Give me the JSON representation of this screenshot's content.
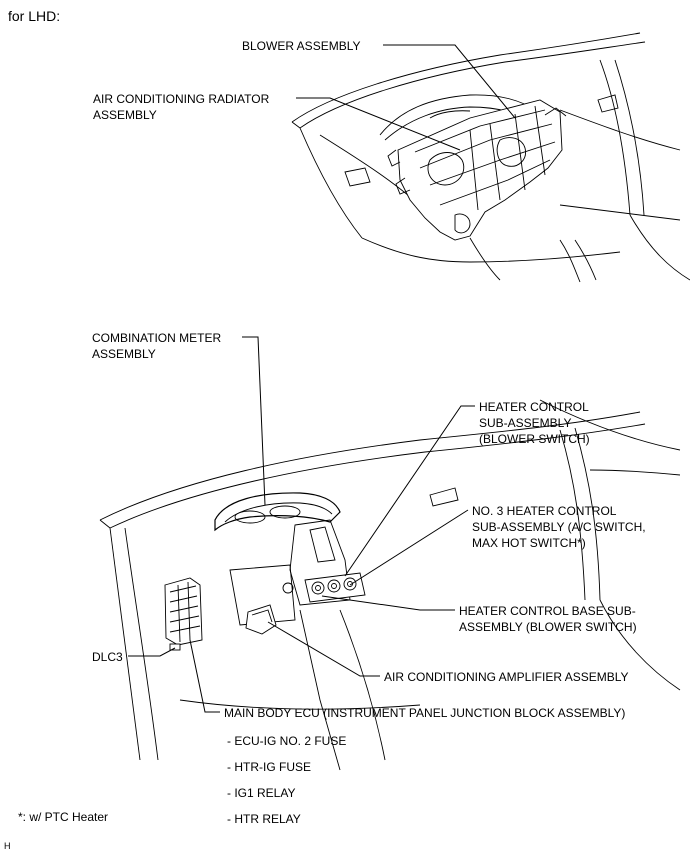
{
  "header": {
    "title": "for LHD:"
  },
  "top_labels": {
    "blower": "BLOWER ASSEMBLY",
    "radiator": "AIR CONDITIONING RADIATOR\nASSEMBLY"
  },
  "bottom_labels": {
    "combination_meter": "COMBINATION METER\nASSEMBLY",
    "heater_control": "HEATER CONTROL\nSUB-ASSEMBLY\n(BLOWER SWITCH)",
    "no3_heater_control": "NO. 3 HEATER CONTROL\nSUB-ASSEMBLY (A/C SWITCH,\nMAX HOT SWITCH*)",
    "heater_base": "HEATER CONTROL BASE SUB-\nASSEMBLY (BLOWER SWITCH)",
    "dlc3": "DLC3",
    "ac_amplifier": "AIR CONDITIONING AMPLIFIER ASSEMBLY",
    "main_body_ecu": "MAIN BODY ECU (INSTRUMENT PANEL JUNCTION BLOCK ASSEMBLY)"
  },
  "ecu_items": [
    "- ECU-IG NO. 2 FUSE",
    "- HTR-IG FUSE",
    "- IG1 RELAY",
    "- HTR RELAY"
  ],
  "footnote": "*: w/ PTC Heater",
  "corner_mark": "H"
}
